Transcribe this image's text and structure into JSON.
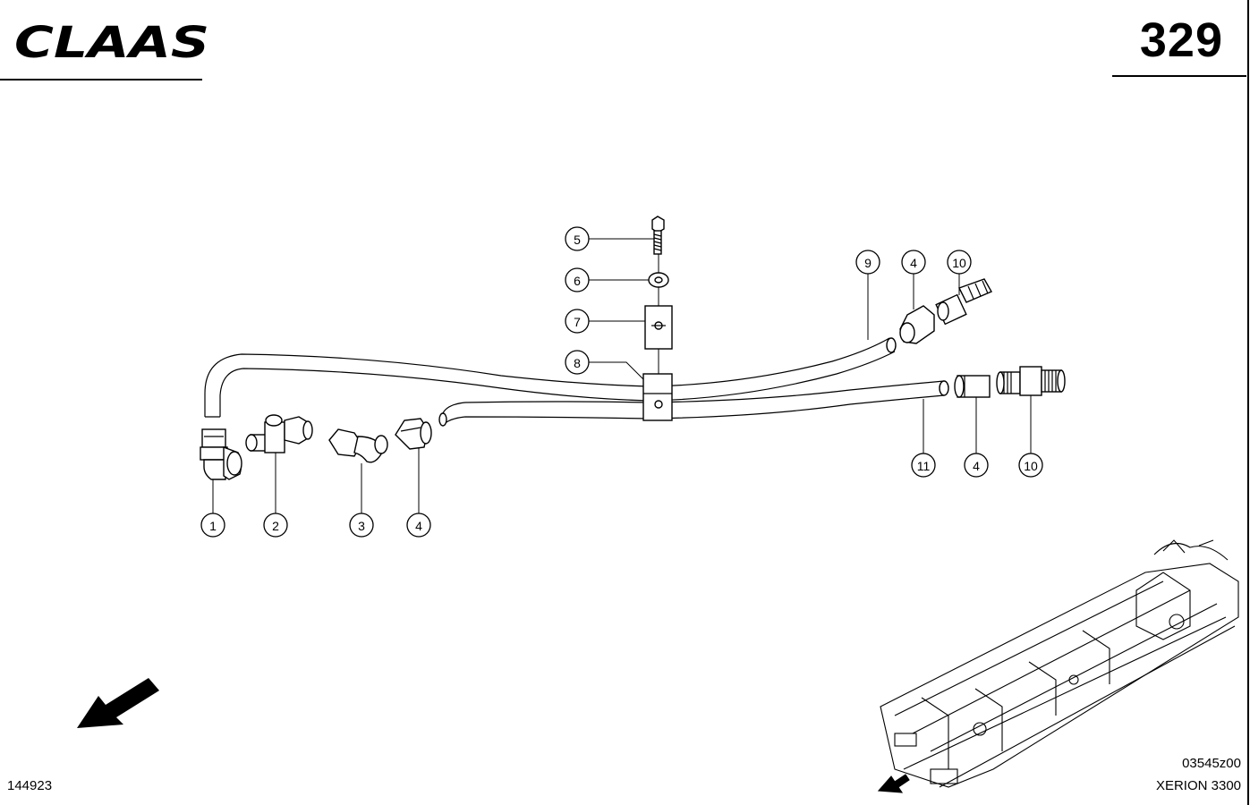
{
  "header": {
    "brand": "CLAAS",
    "page_number": "329"
  },
  "footer": {
    "drawing_id": "144923",
    "figure_code": "03545z00",
    "model": "XERION 3300"
  },
  "callouts": {
    "c1": "1",
    "c2": "2",
    "c3": "3",
    "c4a": "4",
    "c4b": "4",
    "c4c": "4",
    "c5": "5",
    "c6": "6",
    "c7": "7",
    "c8": "8",
    "c9": "9",
    "c10a": "10",
    "c10b": "10",
    "c11": "11"
  },
  "icons": {
    "direction_arrow": "direction-arrow-icon",
    "frame_locator": "chassis-frame-icon"
  }
}
